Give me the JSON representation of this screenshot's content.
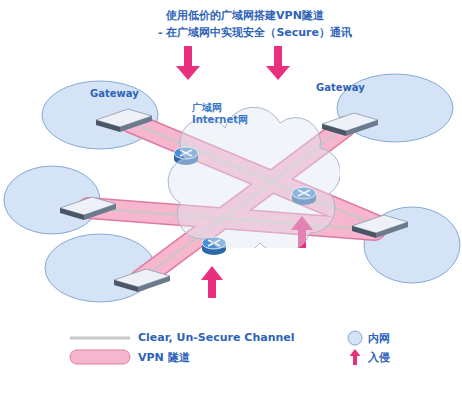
{
  "diagram": {
    "title": "使用低价的广域网搭建VPN隧道",
    "nodes": [
      {
        "text": [
          "广域网 Internet网"
        ]
      }
    ],
    "labels": [
      "- 在广域网中实现安全（Secure）通讯",
      "Gateway",
      "Gateway"
    ],
    "legend": [
      {
        "text": "Clear, Un-Secure Channel"
      },
      {
        "text": "VPN 隧道"
      },
      {
        "text": "内网"
      },
      {
        "text": "入侵"
      }
    ]
  }
}
